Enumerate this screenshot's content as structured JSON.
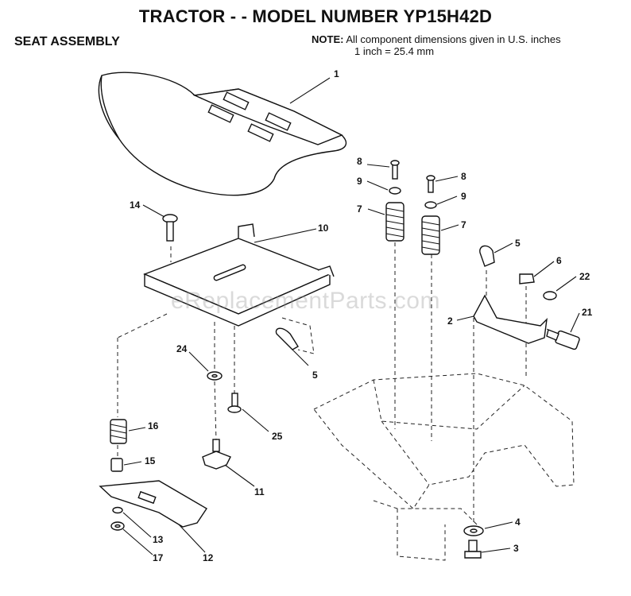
{
  "header": {
    "title": "TRACTOR - - MODEL NUMBER YP15H42D",
    "section": "SEAT ASSEMBLY",
    "note_label": "NOTE:",
    "note_line1": "All component dimensions given in U.S. inches",
    "note_line2": "1 inch = 25.4 mm"
  },
  "watermark": "eReplacementParts.com",
  "callouts": [
    {
      "id": "1"
    },
    {
      "id": "14"
    },
    {
      "id": "10"
    },
    {
      "id": "24"
    },
    {
      "id": "5"
    },
    {
      "id": "25"
    },
    {
      "id": "16"
    },
    {
      "id": "15"
    },
    {
      "id": "11"
    },
    {
      "id": "13"
    },
    {
      "id": "17"
    },
    {
      "id": "12"
    },
    {
      "id": "8"
    },
    {
      "id": "9"
    },
    {
      "id": "7"
    },
    {
      "id": "8"
    },
    {
      "id": "9"
    },
    {
      "id": "7"
    },
    {
      "id": "5"
    },
    {
      "id": "6"
    },
    {
      "id": "22"
    },
    {
      "id": "2"
    },
    {
      "id": "21"
    },
    {
      "id": "4"
    },
    {
      "id": "3"
    }
  ]
}
